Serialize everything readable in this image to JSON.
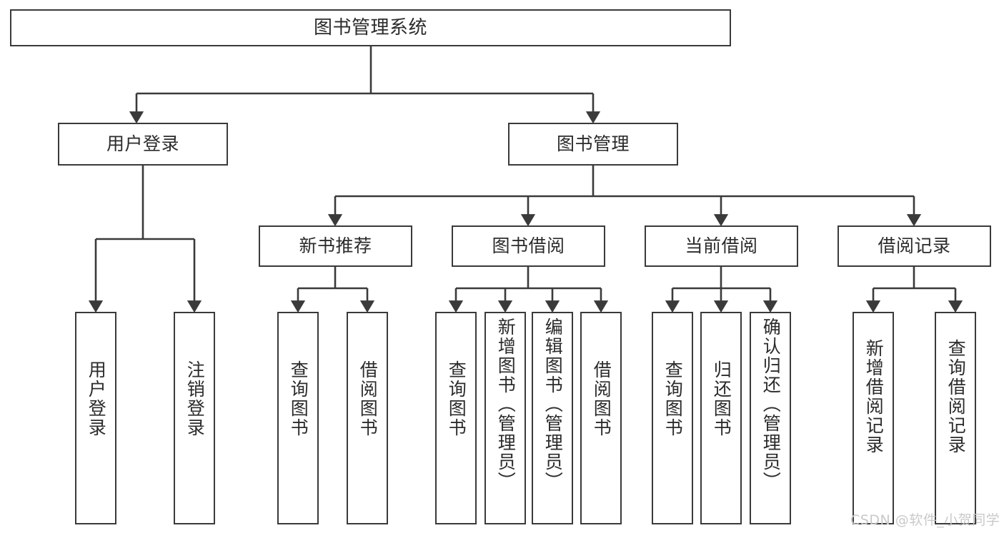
{
  "diagram": {
    "type": "tree-hierarchy",
    "title": "图书管理系统",
    "colors": {
      "box_border": "#3a3a3a",
      "box_fill": "#ffffff",
      "connector": "#3a3a3a",
      "text": "#2b2b2b",
      "watermark": "#c9c9c9",
      "background": "#ffffff"
    },
    "levels": {
      "level1": [
        {
          "id": "root",
          "label": "图书管理系统"
        }
      ],
      "level2": [
        {
          "id": "user-login",
          "label": "用户登录"
        },
        {
          "id": "book-manage",
          "label": "图书管理"
        }
      ],
      "level3": [
        {
          "id": "new-book-rec",
          "label": "新书推荐"
        },
        {
          "id": "book-borrow",
          "label": "图书借阅"
        },
        {
          "id": "current-borrow",
          "label": "当前借阅"
        },
        {
          "id": "borrow-record",
          "label": "借阅记录"
        }
      ],
      "level4": [
        {
          "id": "leaf-user-login",
          "label": "用户登录",
          "parent": "user-login"
        },
        {
          "id": "leaf-logout",
          "label": "注销登录",
          "parent": "user-login"
        },
        {
          "id": "leaf-query-book-1",
          "label": "查询图书",
          "parent": "new-book-rec"
        },
        {
          "id": "leaf-borrow-book-1",
          "label": "借阅图书",
          "parent": "new-book-rec"
        },
        {
          "id": "leaf-query-book-2",
          "label": "查询图书",
          "parent": "book-borrow"
        },
        {
          "id": "leaf-add-book",
          "label": "新增图书（管理员）",
          "parent": "book-borrow"
        },
        {
          "id": "leaf-edit-book",
          "label": "编辑图书（管理员）",
          "parent": "book-borrow"
        },
        {
          "id": "leaf-borrow-book-2",
          "label": "借阅图书",
          "parent": "book-borrow"
        },
        {
          "id": "leaf-query-book-3",
          "label": "查询图书",
          "parent": "current-borrow"
        },
        {
          "id": "leaf-return-book",
          "label": "归还图书",
          "parent": "current-borrow"
        },
        {
          "id": "leaf-confirm-return",
          "label": "确认归还（管理员）",
          "parent": "current-borrow"
        },
        {
          "id": "leaf-add-record",
          "label": "新增借阅记录",
          "parent": "borrow-record"
        },
        {
          "id": "leaf-query-record",
          "label": "查询借阅记录",
          "parent": "borrow-record"
        }
      ]
    }
  },
  "watermark": {
    "text": "CSDN @软件_小贺同学"
  }
}
